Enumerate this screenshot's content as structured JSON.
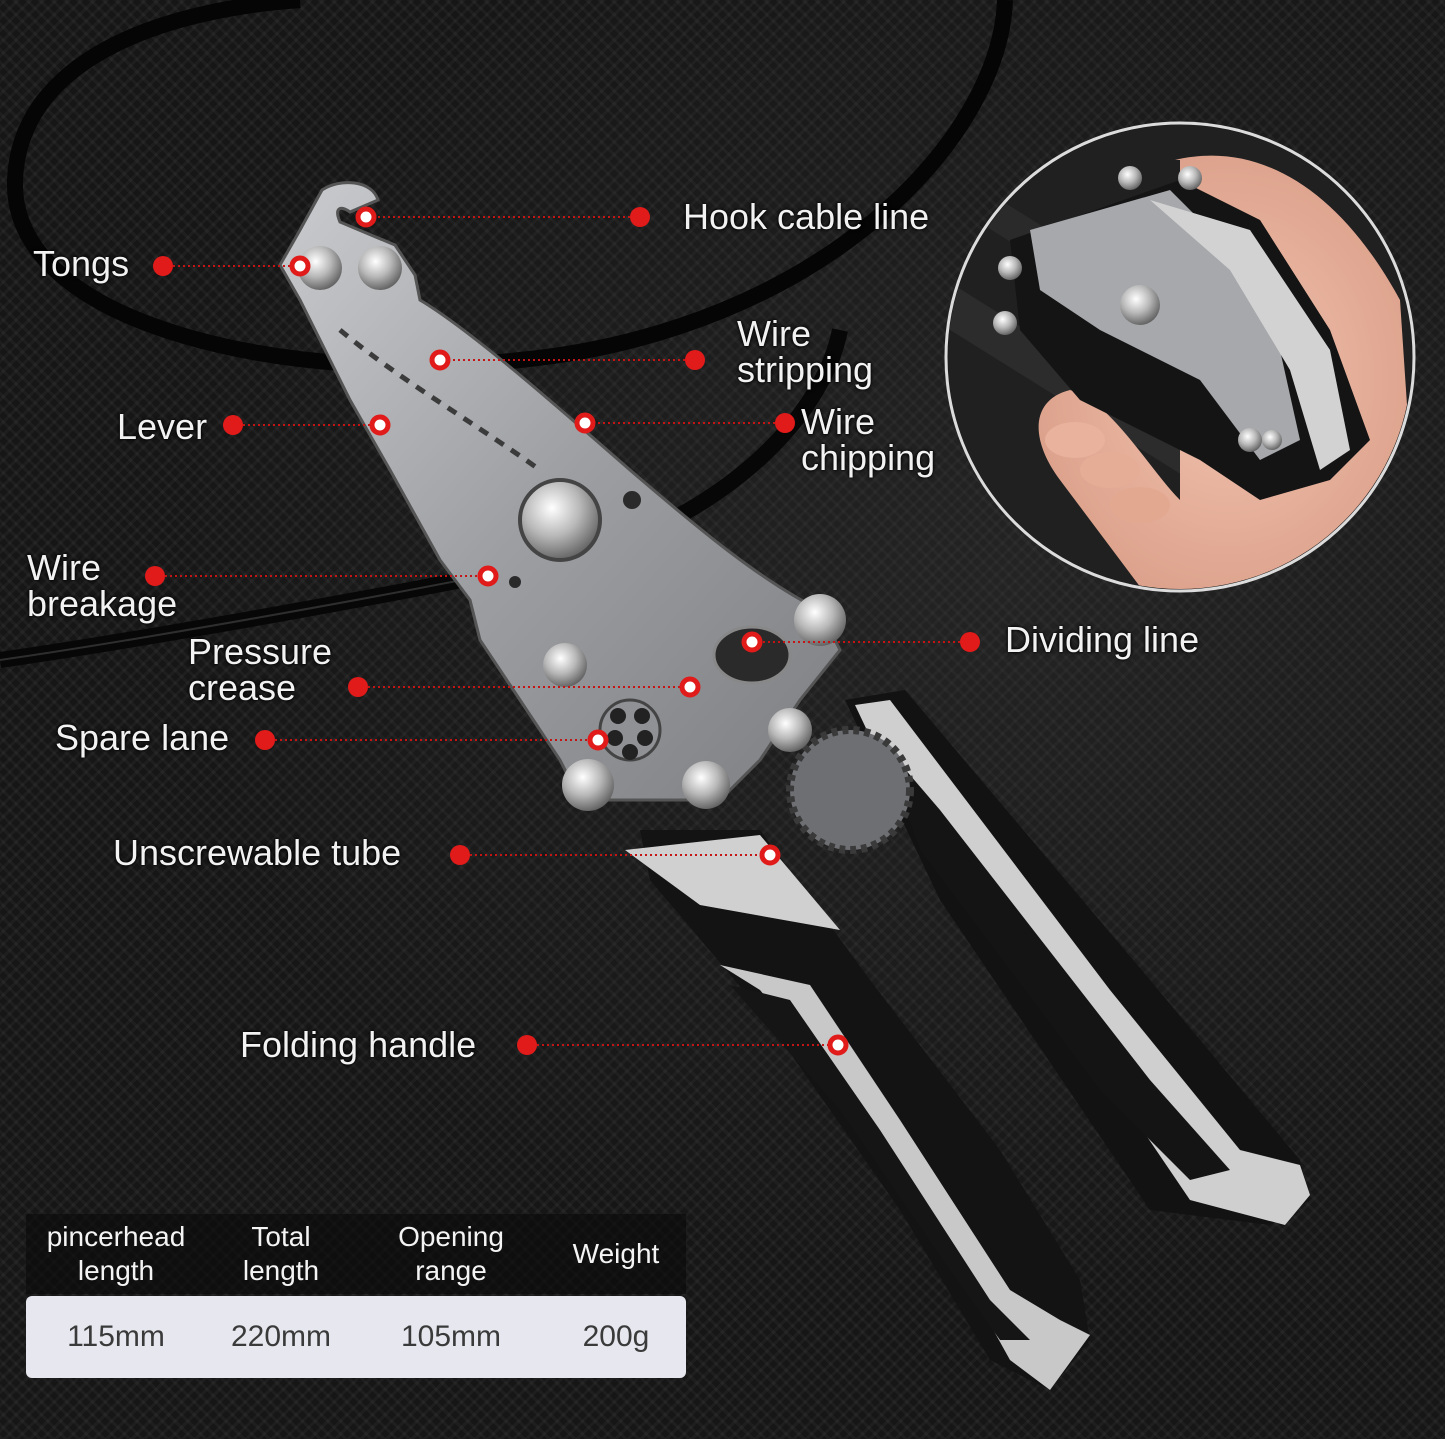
{
  "callouts": {
    "hook": "Hook cable line",
    "tongs": "Tongs",
    "wire_stripping": [
      "Wire",
      "stripping"
    ],
    "lever": "Lever",
    "wire_chipping": [
      "Wire",
      "chipping"
    ],
    "wire_breakage": [
      "Wire",
      "breakage"
    ],
    "pressure_crease": [
      "Pressure",
      "crease"
    ],
    "dividing_line": "Dividing line",
    "spare_lane": "Spare lane",
    "unscrewable_tube": "Unscrewable tube",
    "folding_handle": "Folding handle"
  },
  "specs": {
    "headers": [
      [
        "pincerhead",
        "length"
      ],
      [
        "Total",
        "length"
      ],
      [
        "Opening",
        "range"
      ],
      [
        "Weight"
      ]
    ],
    "values": [
      "115mm",
      "220mm",
      "105mm",
      "200g"
    ]
  },
  "colors": {
    "marker": "#e11a1a",
    "handle_black": "#141414",
    "handle_grey": "#c9c9c9",
    "steel": "#a7a9ad"
  }
}
